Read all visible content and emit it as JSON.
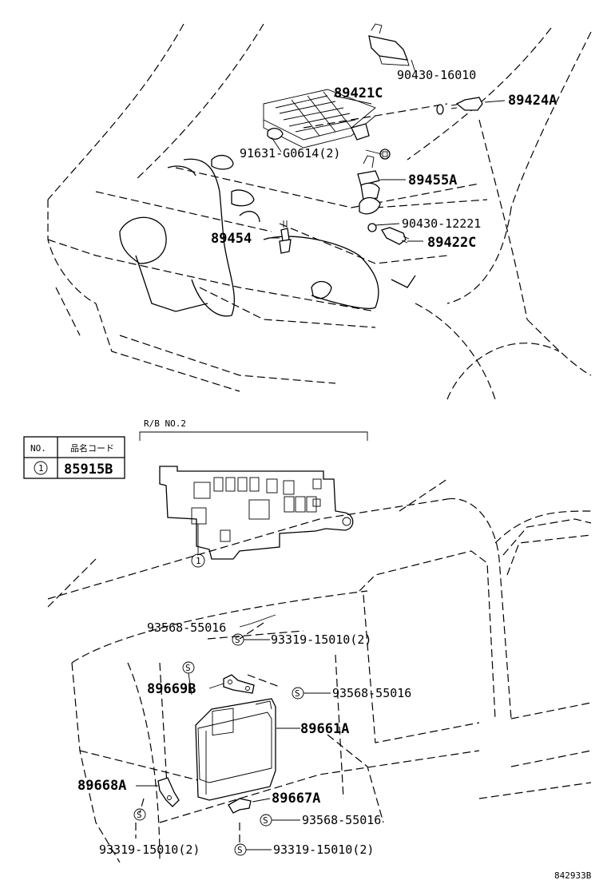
{
  "labels": {
    "p89421C": "89421C",
    "p90430_16010": "90430-16010",
    "p89424A": "89424A",
    "p91631": "91631-G0614(2)",
    "p89455A": "89455A",
    "p90430_12221": "90430-12221",
    "p89454": "89454",
    "p89422C": "89422C",
    "rb_no2": "R/B NO.2",
    "p93568_a": "93568-55016",
    "p93319_a": "93319-15010(2)",
    "p89669B": "89669B",
    "p93568_b": "93568-55016",
    "p89661A": "89661A",
    "p89668A": "89668A",
    "p89667A": "89667A",
    "p93568_c": "93568-55016",
    "p93319_b": "93319-15010(2)",
    "p93319_c": "93319-15010(2)",
    "diagram_code": "842933B"
  },
  "table": {
    "header_no": "NO.",
    "header_code": "品名コード",
    "row_no": "1",
    "row_code": "85915B"
  },
  "callout_marker": "1",
  "screw_marker": "S"
}
